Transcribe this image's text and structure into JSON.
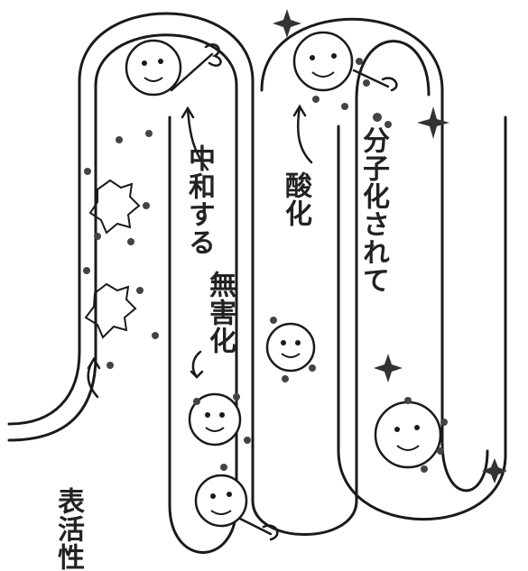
{
  "labels": {
    "left_bottom": "表活性",
    "mid_top": "中和する",
    "mid_bottom": "無害化",
    "right_mid": "酸化",
    "right_top": "分子化されて"
  },
  "colors": {
    "stroke": "#1a1a1a",
    "dot": "#444444",
    "sparkle": "#333333"
  }
}
